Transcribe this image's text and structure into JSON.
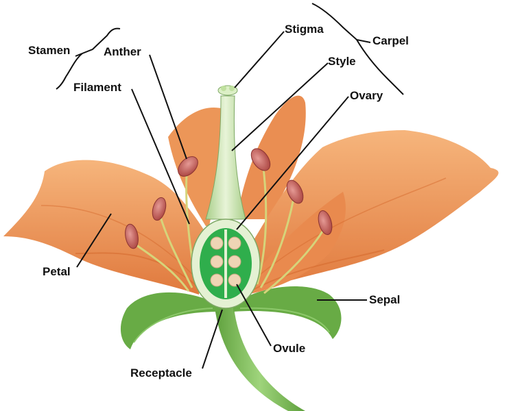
{
  "labels": {
    "stamen": "Stamen",
    "anther": "Anther",
    "filament": "Filament",
    "stigma": "Stigma",
    "style": "Style",
    "carpel": "Carpel",
    "ovary": "Ovary",
    "petal": "Petal",
    "sepal": "Sepal",
    "ovule": "Ovule",
    "receptacle": "Receptacle"
  },
  "colors": {
    "petal": "#f0a063",
    "petal_shadow": "#d9773a",
    "sepal": "#6fb04a",
    "stem": "#7cbf5a",
    "anther": "#c55a55",
    "filament": "#d8d47a",
    "ovary": "#2fae4c",
    "ovule": "#efd5b5",
    "line": "#111111"
  }
}
